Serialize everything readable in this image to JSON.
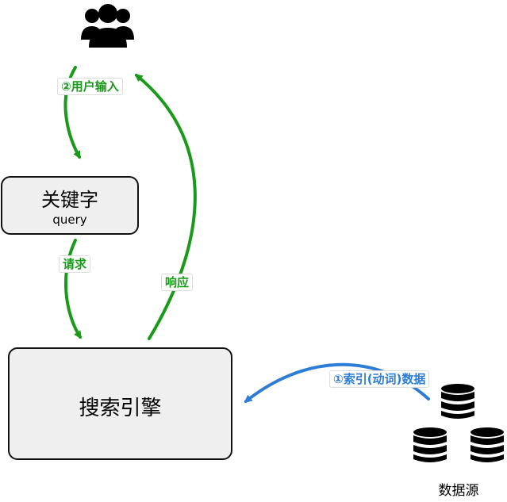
{
  "nodes": {
    "keyword_box": {
      "title": "关键字",
      "subtitle": "query"
    },
    "search_engine": {
      "title": "搜索引擎"
    },
    "data_source": {
      "caption": "数据源"
    },
    "users": {
      "icon": "users-icon"
    }
  },
  "edges": {
    "user_input": {
      "label": "②用户输入",
      "color": "#1a9a1a"
    },
    "request": {
      "label": "请求",
      "color": "#1a9a1a"
    },
    "response": {
      "label": "响应",
      "color": "#1a9a1a"
    },
    "index_data": {
      "label": "①索引(动词)数据",
      "color": "#2d7cd6"
    }
  },
  "colors": {
    "box_fill": "#efefef",
    "box_border": "#111111",
    "green_arrow": "#1a9a1a",
    "blue_arrow": "#2d7cd6",
    "icon_color": "#000000"
  }
}
